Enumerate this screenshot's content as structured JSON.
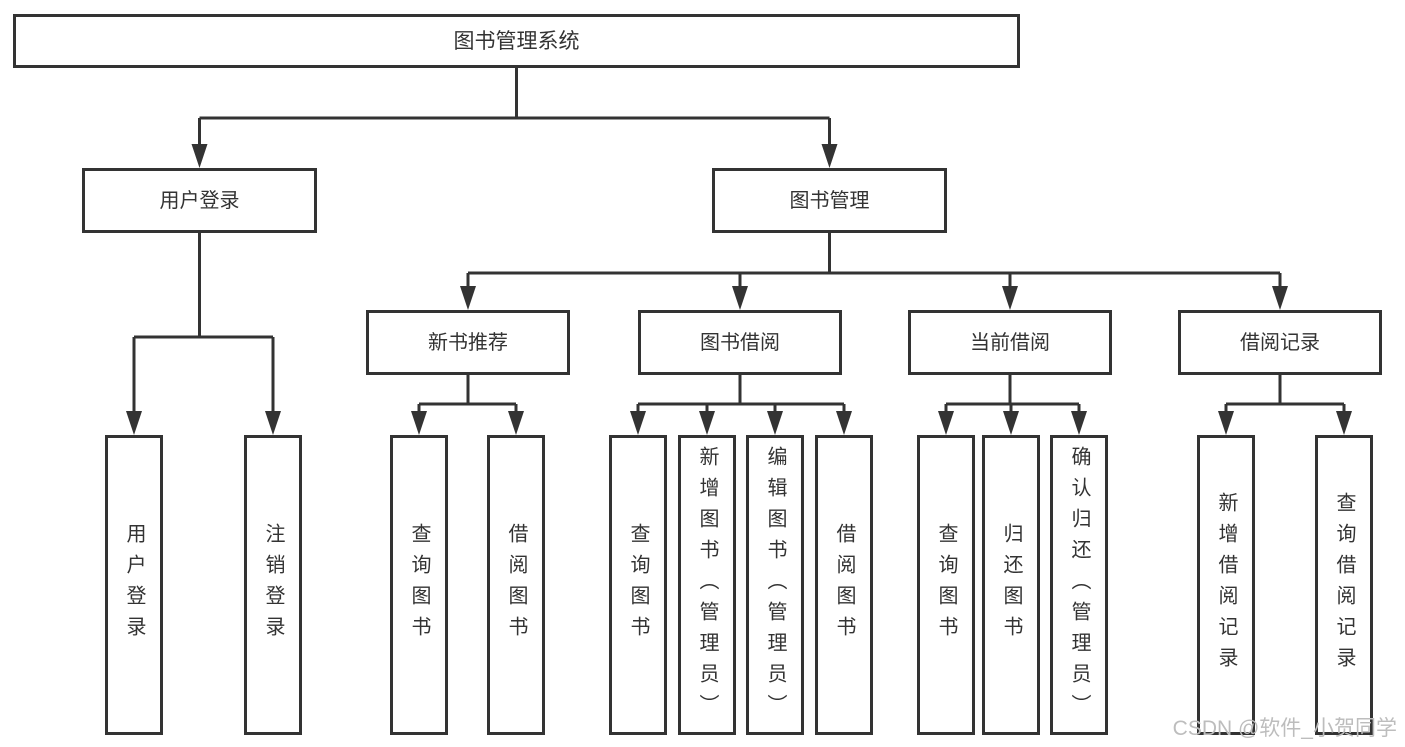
{
  "tree": {
    "label": "图书管理系统",
    "children": [
      {
        "label": "用户登录",
        "children": [
          {
            "label": "用户登录"
          },
          {
            "label": "注销登录"
          }
        ]
      },
      {
        "label": "图书管理",
        "children": [
          {
            "label": "新书推荐",
            "children": [
              {
                "label": "查询图书"
              },
              {
                "label": "借阅图书"
              }
            ]
          },
          {
            "label": "图书借阅",
            "children": [
              {
                "label": "查询图书"
              },
              {
                "label": "新增图书（管理员）"
              },
              {
                "label": "编辑图书（管理员）"
              },
              {
                "label": "借阅图书"
              }
            ]
          },
          {
            "label": "当前借阅",
            "children": [
              {
                "label": "查询图书"
              },
              {
                "label": "归还图书"
              },
              {
                "label": "确认归还（管理员）"
              }
            ]
          },
          {
            "label": "借阅记录",
            "children": [
              {
                "label": "新增借阅记录"
              },
              {
                "label": "查询借阅记录"
              }
            ]
          }
        ]
      }
    ]
  },
  "watermark": {
    "text": "CSDN @软件_小贺同学"
  },
  "colors": {
    "line": "#333333",
    "box_border": "#333333",
    "box_fill": "#ffffff",
    "text": "#333333",
    "watermark": "#bdbdbd",
    "background": "#ffffff"
  }
}
